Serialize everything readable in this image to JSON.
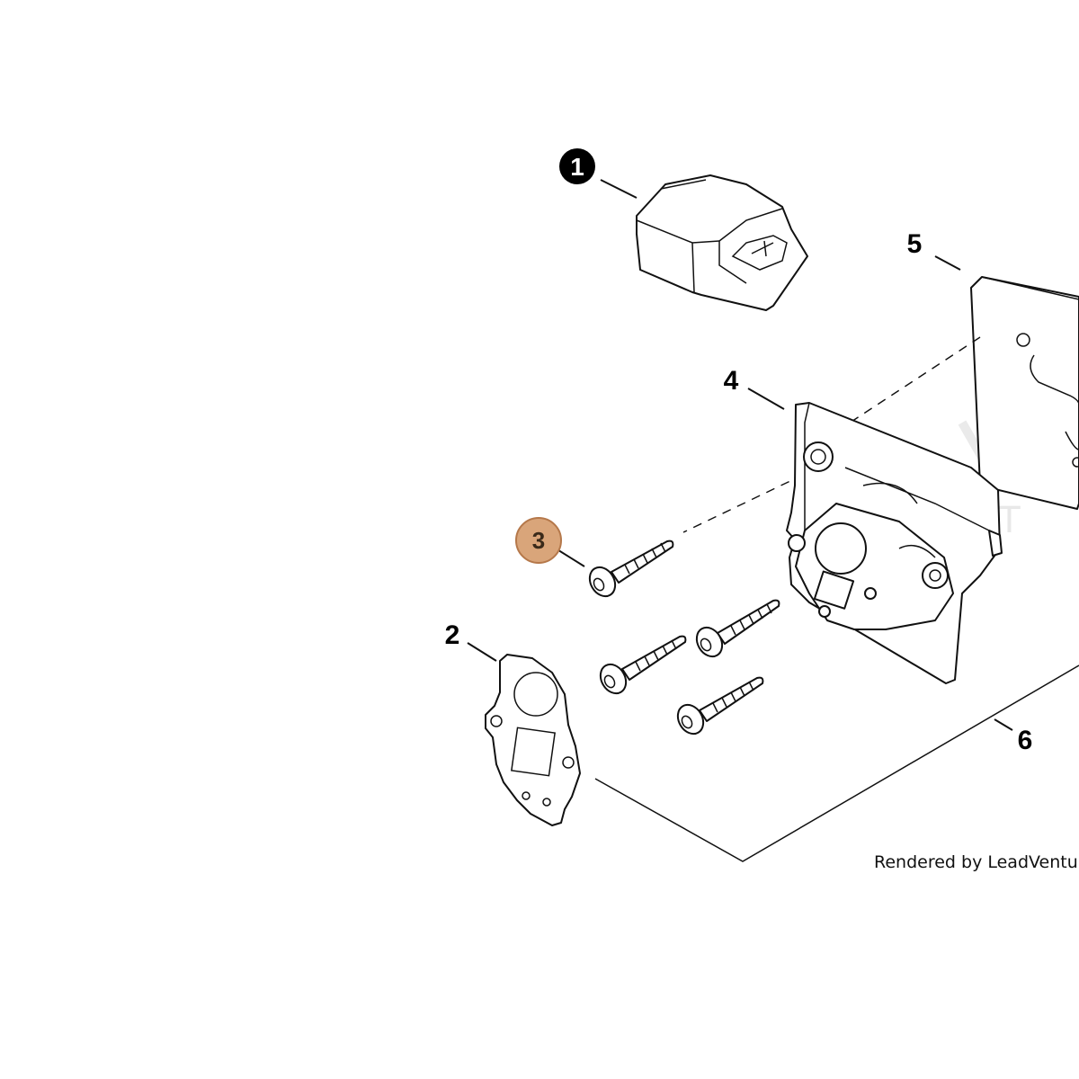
{
  "callouts": {
    "c1": "1",
    "c2": "2",
    "c3": "3",
    "c4": "4",
    "c5": "5",
    "c6": "6"
  },
  "highlight_color": "#d9a57a",
  "highlight_stroke": "#b5784a",
  "credit": "Rendered by LeadVenture, I",
  "watermark_text": "ENT"
}
